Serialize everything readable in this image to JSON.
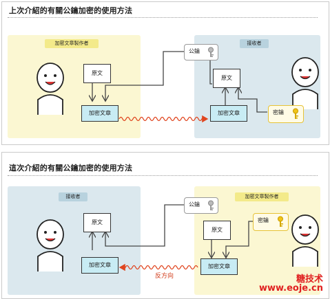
{
  "panel1": {
    "title": "上次介紹的有關公鑰加密的使用方法",
    "sender_tag": "加密文章製作者",
    "receiver_tag": "接收者",
    "plain_left": "原文",
    "cipher_left": "加密文章",
    "public_key": "公鑰",
    "plain_right": "原文",
    "cipher_right": "加密文章",
    "private_key": "密鑰"
  },
  "panel2": {
    "title": "這次介紹的有關公鑰加密的使用方法",
    "receiver_tag": "接收者",
    "sender_tag": "加密文章製作者",
    "plain_left": "原文",
    "cipher_left": "加密文章",
    "public_key": "公鑰",
    "private_key": "密鑰",
    "plain_right": "原文",
    "cipher_right": "加密文章",
    "reverse_label": "反方向"
  },
  "watermark": {
    "line1": "糖技术",
    "line2": "www.eoje.cn"
  },
  "colors": {
    "sender_zone": "#fbf7d2",
    "receiver_zone": "#dbe8ee",
    "cipher_box": "#c8ecf4",
    "wave_arrow": "#e0451f",
    "key_gold": "#e6c236"
  }
}
